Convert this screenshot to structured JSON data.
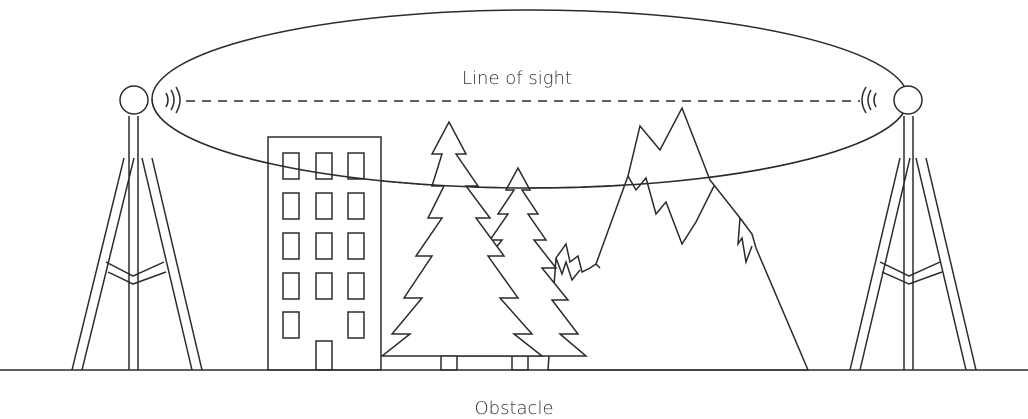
{
  "labels": {
    "line_of_sight": "Line of sight",
    "obstacle": "Obstacle"
  },
  "colors": {
    "stroke": "#2b2b2b",
    "text": "#333333",
    "background": "#ffffff"
  },
  "icons": [
    "antenna-tower-left",
    "antenna-tower-right",
    "signal-waves-icon",
    "building",
    "pine-tree",
    "mountain"
  ]
}
